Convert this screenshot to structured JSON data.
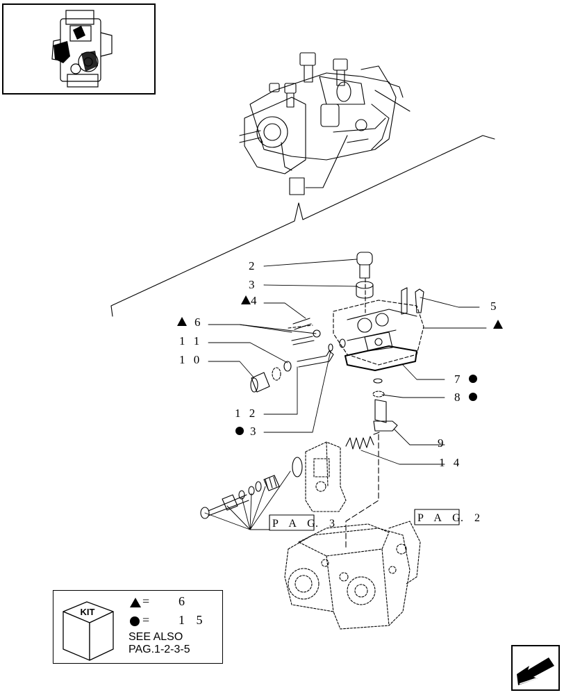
{
  "callouts": [
    {
      "id": "c2",
      "text": "2"
    },
    {
      "id": "c3a",
      "text": "3"
    },
    {
      "id": "c4",
      "text": "4",
      "marker": "triangle"
    },
    {
      "id": "c6",
      "text": "6",
      "marker": "triangle"
    },
    {
      "id": "c11",
      "text": "1 1"
    },
    {
      "id": "c10",
      "text": "1 0"
    },
    {
      "id": "c12",
      "text": "1 2"
    },
    {
      "id": "c3b",
      "text": "3",
      "marker": "circle"
    },
    {
      "id": "c5",
      "text": "5"
    },
    {
      "id": "c7",
      "text": "7",
      "marker": "circle"
    },
    {
      "id": "c8",
      "text": "8",
      "marker": "circle"
    },
    {
      "id": "c9",
      "text": "9"
    },
    {
      "id": "c14",
      "text": "1 4"
    }
  ],
  "page_refs": {
    "pag3_label": "P A G",
    "pag3_num": ". 3",
    "pag2_label": "P A G",
    "pag2_num": ". 2"
  },
  "kit": {
    "badge": "KIT",
    "triangle_eq": "=",
    "triangle_value": "6",
    "circle_eq": "=",
    "circle_value": "1 5",
    "see_also_line1": "SEE ALSO",
    "see_also_line2": "PAG.1-2-3-5"
  },
  "icons": {
    "kit_cube": "cube-icon",
    "nav": "arrow-left-down-icon",
    "markers": [
      "triangle-marker-icon",
      "circle-marker-icon"
    ]
  },
  "colors": {
    "ink": "#000000",
    "paper": "#ffffff"
  }
}
